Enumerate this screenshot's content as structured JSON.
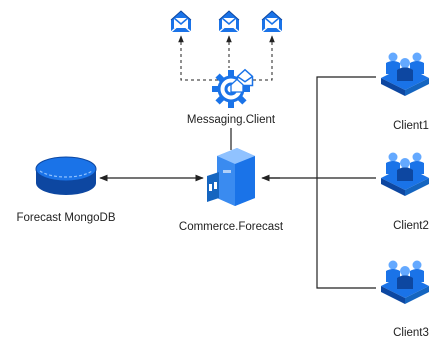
{
  "colors": {
    "primary": "#1a73e8",
    "primary_dark": "#0d47a1",
    "primary_light": "#64a9ff",
    "line": "#222222"
  },
  "nodes": {
    "messaging_client": {
      "label": "Messaging.Client",
      "icon": "gear-envelopes-icon"
    },
    "commerce_forecast": {
      "label": "Commerce.Forecast",
      "icon": "server-icon"
    },
    "forecast_db": {
      "label": "Forecast MongoDB",
      "icon": "database-icon"
    },
    "client1": {
      "label": "Client1",
      "icon": "users-group-icon"
    },
    "client2": {
      "label": "Client2",
      "icon": "users-group-icon"
    },
    "client3": {
      "label": "Client3",
      "icon": "users-group-icon"
    }
  },
  "envelopes": [
    "envelope-icon",
    "envelope-icon",
    "envelope-icon"
  ]
}
